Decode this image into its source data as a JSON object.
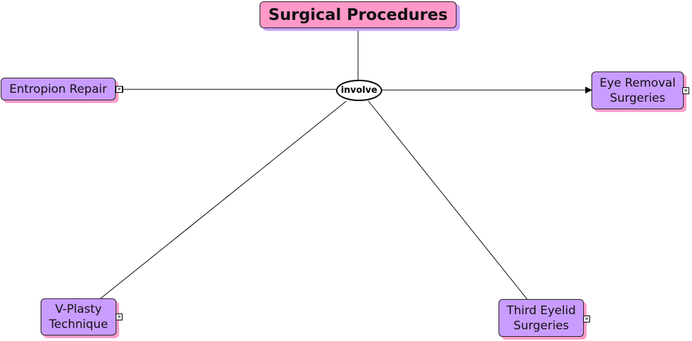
{
  "root": {
    "label": "Surgical Procedures"
  },
  "linking_phrase": "involve",
  "concepts": {
    "entropion": "Entropion Repair",
    "eye_removal": "Eye Removal Surgeries",
    "vplasty": "V-Plasty Technique",
    "third_eyelid": "Third Eyelid Surgeries"
  },
  "expand_icon": "double-chevron-right-icon",
  "colors": {
    "root_fill": "#ff99c8",
    "root_shadow": "#c8a2ff",
    "concept_fill": "#c99cff",
    "concept_shadow": "#ff9fcc"
  }
}
